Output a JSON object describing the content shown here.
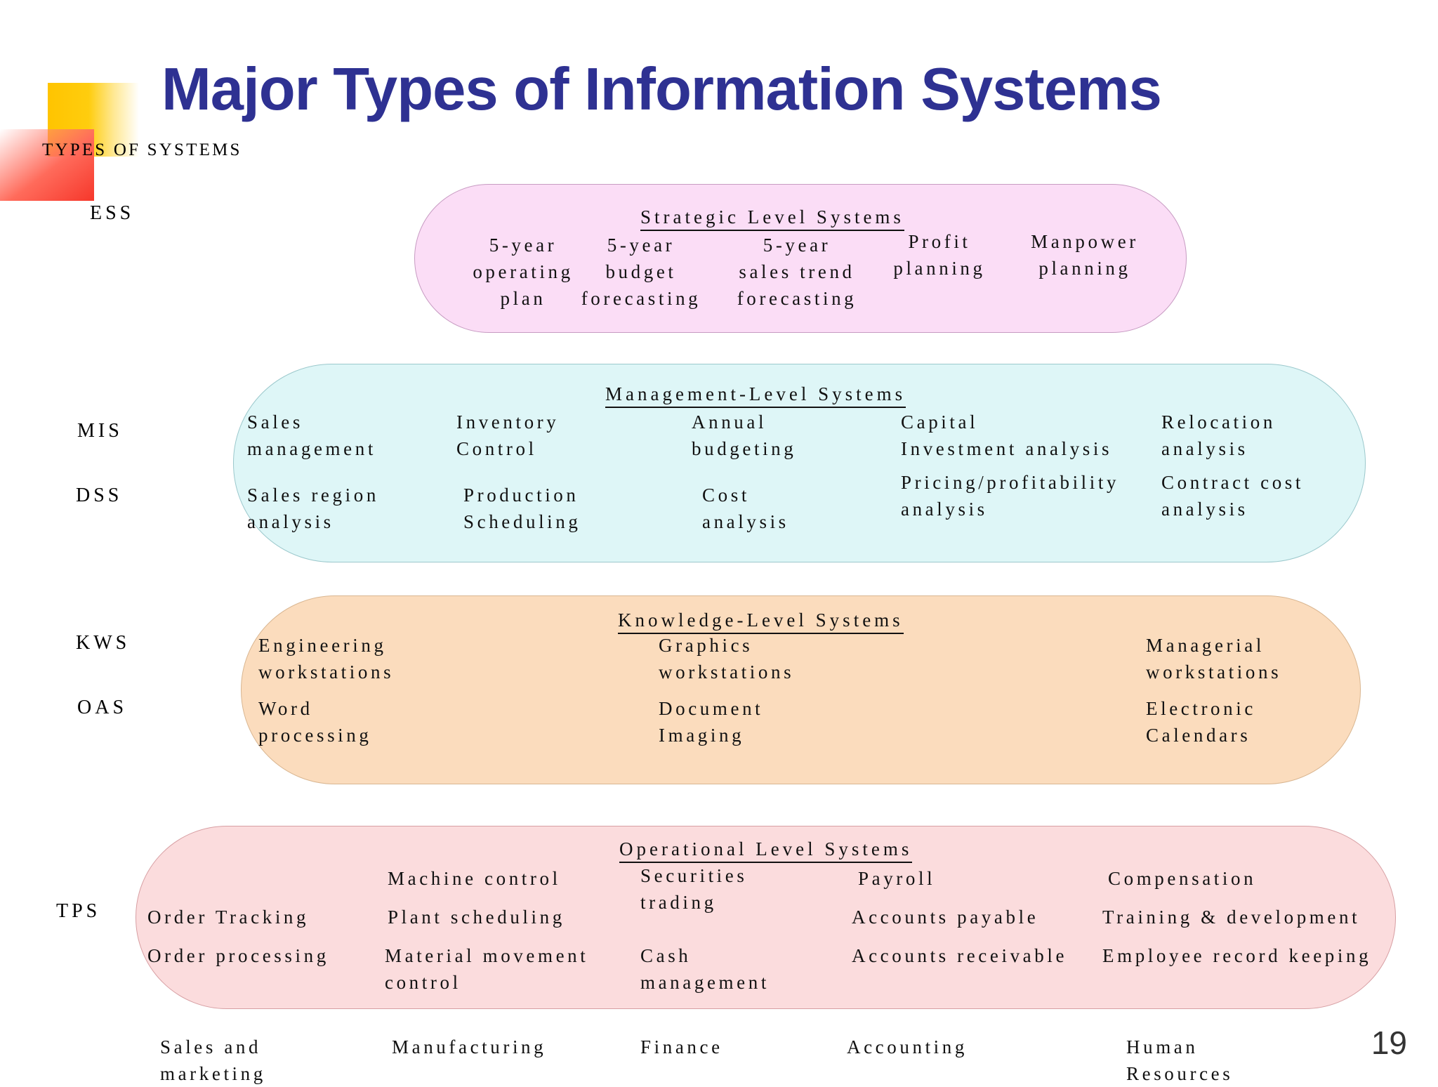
{
  "slide": {
    "title": "Major Types of Information Systems",
    "types_label": "TYPES OF SYSTEMS",
    "page_number": "19",
    "title_color": "#2E3192"
  },
  "system_type_labels": [
    {
      "id": "ess",
      "label": "ESS"
    },
    {
      "id": "mis",
      "label": "MIS"
    },
    {
      "id": "dss",
      "label": "DSS"
    },
    {
      "id": "kws",
      "label": "KWS"
    },
    {
      "id": "oas",
      "label": "OAS"
    },
    {
      "id": "tps",
      "label": "TPS"
    }
  ],
  "levels": [
    {
      "id": "strategic",
      "heading": "Strategic Level Systems",
      "color": "#FBDDF6",
      "items": [
        "5-year\noperating\nplan",
        "5-year\nbudget\nforecasting",
        "5-year\nsales trend\nforecasting",
        "Profit\nplanning",
        "Manpower\nplanning"
      ]
    },
    {
      "id": "management",
      "heading": "Management-Level Systems",
      "color": "#DEF6F7",
      "mis_items": [
        "Sales\nmanagement",
        "Inventory\nControl",
        "Annual\nbudgeting",
        "Capital\nInvestment analysis",
        "Relocation\nanalysis"
      ],
      "dss_items": [
        "Sales region\nanalysis",
        "Production\nScheduling",
        "Cost\nanalysis",
        "Pricing/profitability\nanalysis",
        "Contract cost\nanalysis"
      ]
    },
    {
      "id": "knowledge",
      "heading": "Knowledge-Level Systems",
      "color": "#FBDCBD",
      "kws_items": [
        "Engineering\nworkstations",
        "Graphics\nworkstations",
        "Managerial\nworkstations"
      ],
      "oas_items": [
        "Word\nprocessing",
        "Document\nImaging",
        "Electronic\nCalendars"
      ]
    },
    {
      "id": "operational",
      "heading": "Operational Level Systems",
      "color": "#FBDCDD",
      "row1": [
        "Machine control",
        "Securities\ntrading",
        "Payroll",
        "Compensation"
      ],
      "row2": [
        "Order Tracking",
        "Plant scheduling",
        "Accounts payable",
        "Training & development"
      ],
      "row3": [
        "Order processing",
        "Material movement\ncontrol",
        "Cash\nmanagement",
        "Accounts receivable",
        "Employee record keeping"
      ]
    }
  ],
  "functional_areas": [
    "Sales and\nmarketing",
    "Manufacturing",
    "Finance",
    "Accounting",
    "Human\nResources"
  ]
}
